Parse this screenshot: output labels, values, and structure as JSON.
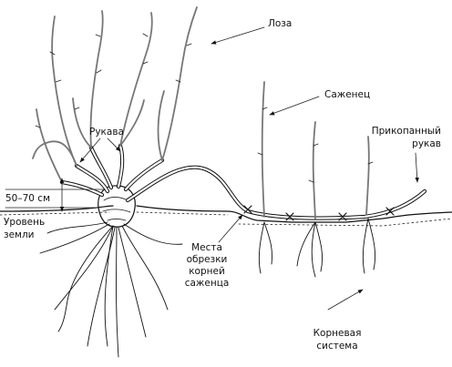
{
  "labels": {
    "vine": "Лоза",
    "arms": "Рукава",
    "seedling": "Саженец",
    "buried_arm_1": "Прикопанный",
    "buried_arm_2": "рукав",
    "height": "50–70 см",
    "ground_1": "Уровень",
    "ground_2": "земли",
    "cut_1": "Места",
    "cut_2": "обрезки",
    "cut_3": "корней",
    "cut_4": "саженца",
    "roots_1": "Корневая",
    "roots_2": "система"
  }
}
